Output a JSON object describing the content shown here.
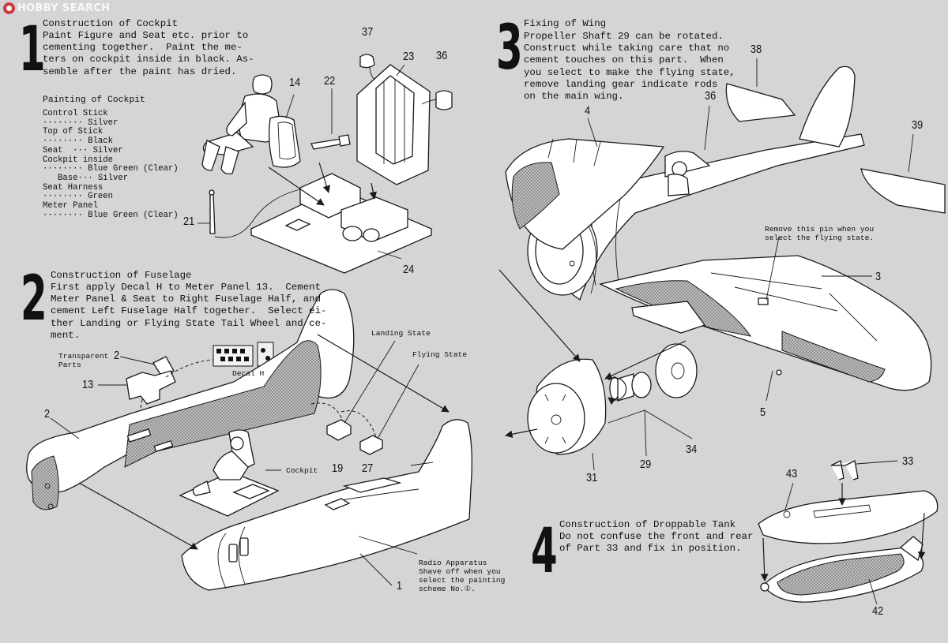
{
  "watermark": "HOBBY SEARCH",
  "steps": [
    {
      "number": "1",
      "title": "Construction of Cockpit",
      "body": "Paint Figure and Seat etc. prior to\ncementing together.  Paint the me-\nters on cockpit inside in black. As-\nsemble after the paint has dried."
    },
    {
      "number": "2",
      "title": "Construction of Fuselage",
      "body": "First apply Decal H to Meter Panel 13.  Cement\nMeter Panel & Seat to Right Fuselage Half, and\ncement Left Fuselage Half together.  Select ei-\nther Landing or Flying State Tail Wheel and ce-\nment."
    },
    {
      "number": "3",
      "title": "Fixing of Wing",
      "body": "Propeller Shaft 29 can be rotated.\nConstruct while taking care that no\ncement touches on this part.  When\nyou select to make the flying state,\nremove landing gear indicate rods\non the main wing."
    },
    {
      "number": "4",
      "title": "Construction of Droppable Tank",
      "body": "Do not confuse the front and rear\nof Part 33 and fix in position."
    }
  ],
  "painting": {
    "title": "Painting of Cockpit",
    "lines": "Control Stick\n········ Silver\nTop of Stick\n········ Black\nSeat  ··· Silver\nCockpit inside\n········ Blue Green (Clear)\n   Base··· Silver\nSeat Harness\n········ Green\nMeter Panel\n········ Blue Green (Clear)"
  },
  "parts": {
    "p14": "14",
    "p22": "22",
    "p37": "37",
    "p23": "23",
    "p36a": "36",
    "p21": "21",
    "p24": "24",
    "p2a": "2",
    "p13": "13",
    "p2b": "2",
    "p19": "19",
    "p27": "27",
    "p1": "1",
    "p38": "38",
    "p36b": "36",
    "p4": "4",
    "p39": "39",
    "p3": "3",
    "p5": "5",
    "p31": "31",
    "p29": "29",
    "p34": "34",
    "p43": "43",
    "p33": "33",
    "p42": "42"
  },
  "captions": {
    "transparent_parts": "Transparent\nParts",
    "decal_h": "Decal H",
    "landing_state": "Landing State",
    "flying_state": "Flying State",
    "cockpit": "Cockpit",
    "radio": "Radio Apparatus\nShave off when you\nselect the painting\nscheme No.①.",
    "remove_pin": "Remove this pin when you\nselect the flying state."
  }
}
